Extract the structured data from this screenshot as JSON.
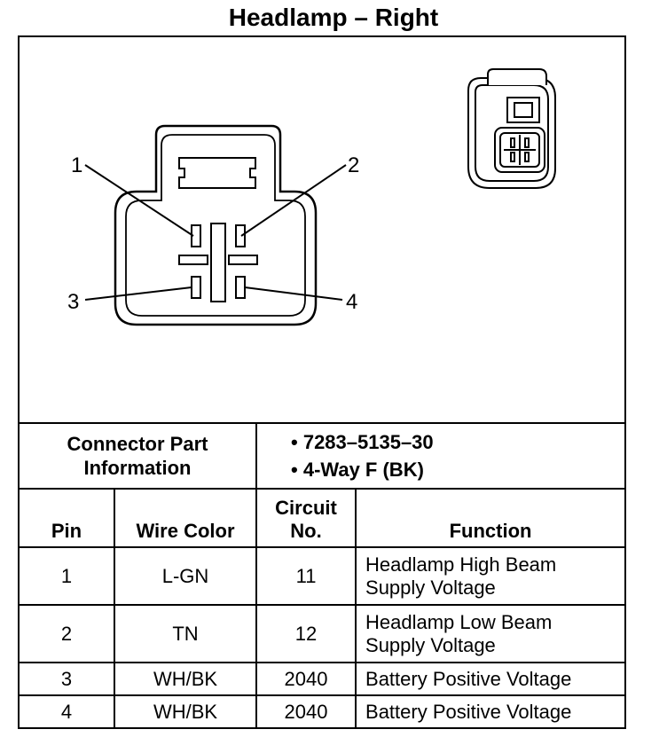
{
  "title": "Headlamp – Right",
  "pin_callouts": [
    "1",
    "2",
    "3",
    "4"
  ],
  "connector_info": {
    "label": "Connector Part Information",
    "label_line1": "Connector Part",
    "label_line2": "Information",
    "part_number": "• 7283–5135–30",
    "description": "• 4-Way F (BK)"
  },
  "table": {
    "headers": {
      "pin": "Pin",
      "wire_color": "Wire Color",
      "circuit_line1": "Circuit",
      "circuit_line2": "No.",
      "function": "Function"
    },
    "rows": [
      {
        "pin": "1",
        "wire_color": "L-GN",
        "circuit": "11",
        "function_line1": "Headlamp High Beam",
        "function_line2": "Supply Voltage"
      },
      {
        "pin": "2",
        "wire_color": "TN",
        "circuit": "12",
        "function_line1": "Headlamp Low Beam",
        "function_line2": "Supply Voltage"
      },
      {
        "pin": "3",
        "wire_color": "WH/BK",
        "circuit": "2040",
        "function_line1": "Battery Positive Voltage",
        "function_line2": ""
      },
      {
        "pin": "4",
        "wire_color": "WH/BK",
        "circuit": "2040",
        "function_line1": "Battery Positive Voltage",
        "function_line2": ""
      }
    ]
  }
}
